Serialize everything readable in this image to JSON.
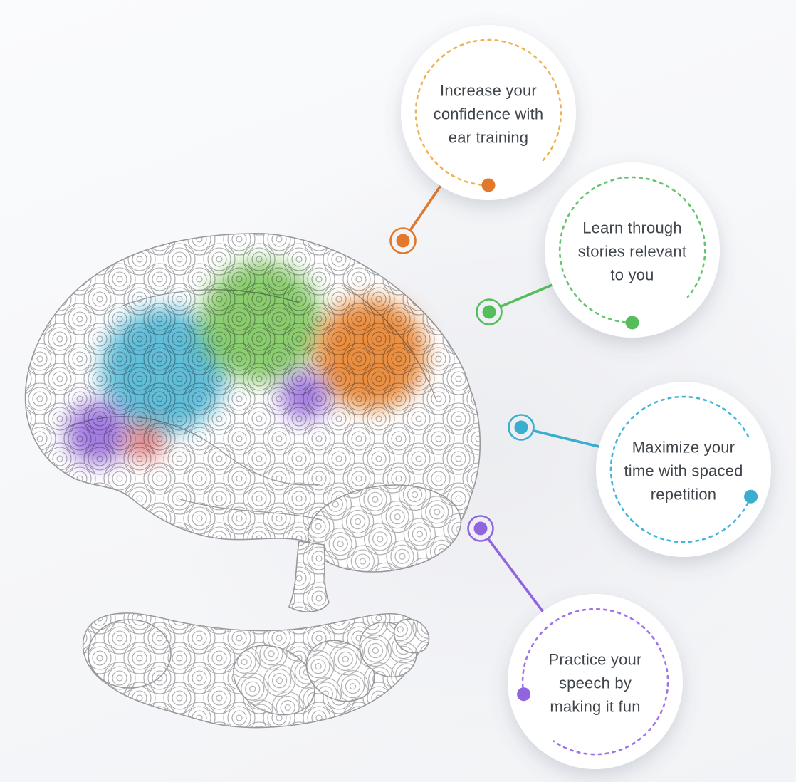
{
  "title": "Brain learning benefits infographic",
  "background": {
    "base": "#f8f9fb",
    "vignette": "#ecedf0"
  },
  "text_color": "#3f454b",
  "illustration": {
    "style": "maze-contour line art of a brain held above an open hand",
    "line_color": "#a7a7ab",
    "outline_color": "#98989c",
    "brain_regions": [
      {
        "name": "frontal-region-blue",
        "color": "#47b2d1"
      },
      {
        "name": "parietal-region-green",
        "color": "#77c457"
      },
      {
        "name": "occipital-region-orange",
        "color": "#e8832d"
      },
      {
        "name": "mid-region-purple-small",
        "color": "#9365db"
      },
      {
        "name": "temporal-region-purple",
        "color": "#9365db"
      },
      {
        "name": "limbic-region-red",
        "color": "#dd5454"
      }
    ]
  },
  "callouts": [
    {
      "id": "ear-training",
      "text": "Increase your\nconfidence with\near training",
      "accent": "#e2782c",
      "dash": "#eeb153"
    },
    {
      "id": "stories",
      "text": "Learn through\nstories relevant\nto you",
      "accent": "#56bd5c",
      "dash": "#66c46f"
    },
    {
      "id": "spaced-repetition",
      "text": "Maximize your\ntime with spaced\nrepetition",
      "accent": "#39aecf",
      "dash": "#44b5d6"
    },
    {
      "id": "speech-fun",
      "text": "Practice your\nspeech by\nmaking it fun",
      "accent": "#9164e0",
      "dash": "#9e74ea"
    }
  ]
}
